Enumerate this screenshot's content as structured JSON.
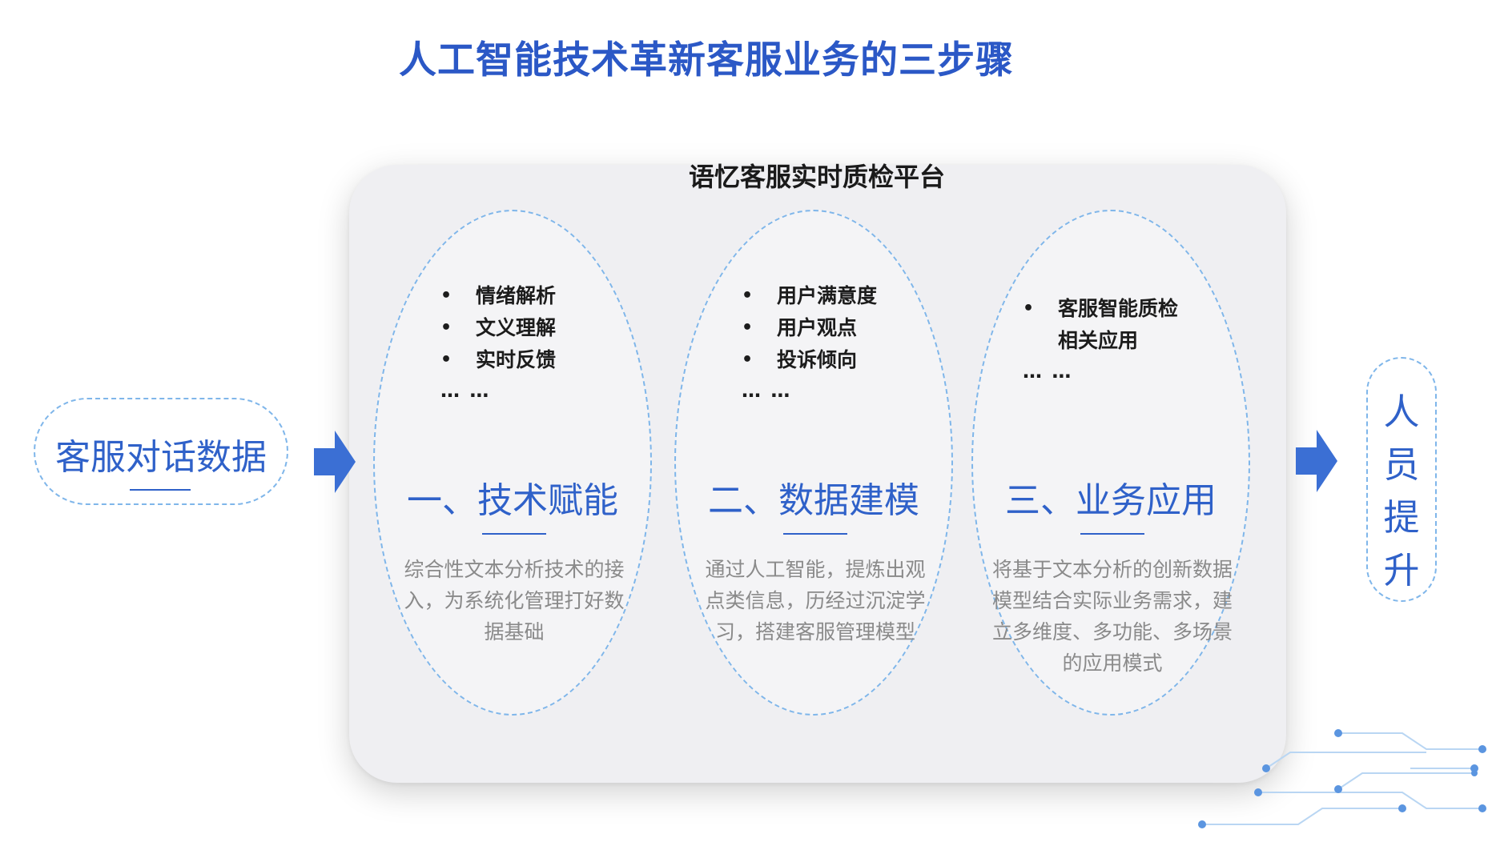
{
  "title": "人工智能技术革新客服业务的三步骤",
  "platform": {
    "title": "语忆客服实时质检平台"
  },
  "input": {
    "label": "客服对话数据"
  },
  "output": {
    "chars": [
      "人",
      "员",
      "提",
      "升"
    ]
  },
  "stages": [
    {
      "bullets": [
        "情绪解析",
        "文义理解",
        "实时反馈"
      ],
      "ellipsis": "… …",
      "heading": "一、技术赋能",
      "description": "综合性文本分析技术的接入，为系统化管理打好数据基础"
    },
    {
      "bullets": [
        "用户满意度",
        "用户观点",
        "投诉倾向"
      ],
      "ellipsis": "… …",
      "heading": "二、数据建模",
      "description": "通过人工智能，提炼出观点类信息，历经过沉淀学习，搭建客服管理模型"
    },
    {
      "bullets": [
        "客服智能质检相关应用"
      ],
      "ellipsis": "… …",
      "heading": "三、业务应用",
      "description": "将基于文本分析的创新数据模型结合实际业务需求，建立多维度、多功能、多场景的应用模式"
    }
  ],
  "bullet_symbol": "•",
  "colors": {
    "accent": "#2f61c9",
    "title": "#2b58c6",
    "dashed_border": "#7fb6ea",
    "panel": "#efeff2"
  },
  "icons": [
    "arrow-right-icon",
    "circuit-decoration-icon"
  ]
}
